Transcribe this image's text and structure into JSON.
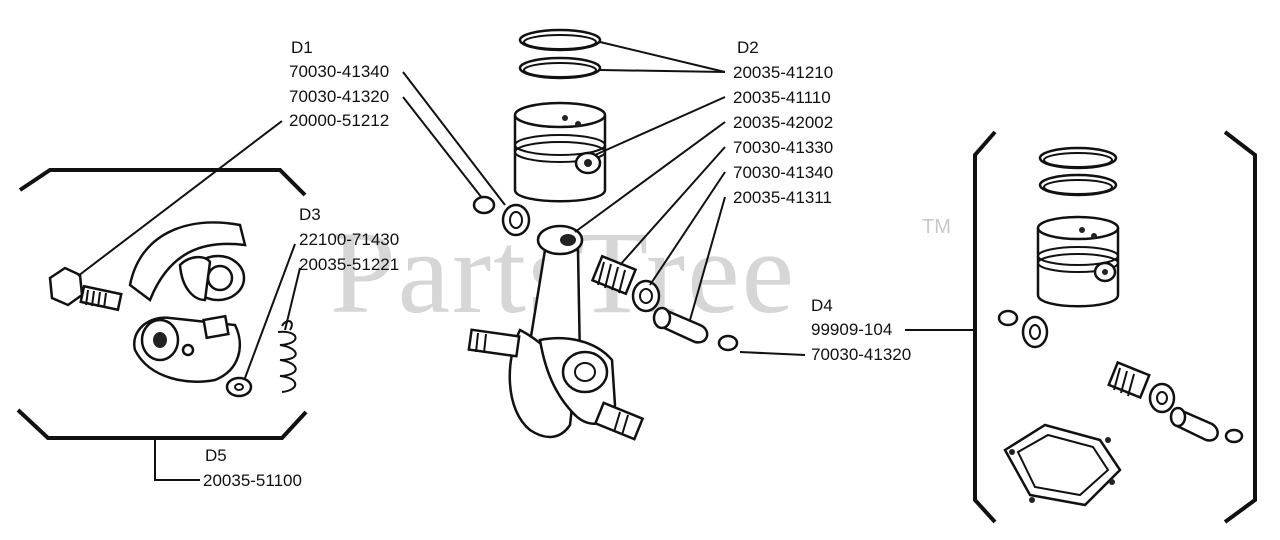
{
  "watermark": {
    "text": "PartsTree",
    "tm": "TM"
  },
  "groups": {
    "d1": {
      "title": "D1",
      "parts": [
        "70030-41340",
        "70030-41320",
        "20000-51212"
      ]
    },
    "d2": {
      "title": "D2",
      "parts": [
        "20035-41210",
        "20035-41110",
        "20035-42002",
        "70030-41330",
        "70030-41340",
        "20035-41311"
      ]
    },
    "d3": {
      "title": "D3",
      "parts": [
        "22100-71430",
        "20035-51221"
      ]
    },
    "d4": {
      "title": "D4",
      "parts": [
        "99909-104",
        "70030-41320"
      ]
    },
    "d5": {
      "title": "D5",
      "parts": [
        "20035-51100"
      ]
    }
  }
}
